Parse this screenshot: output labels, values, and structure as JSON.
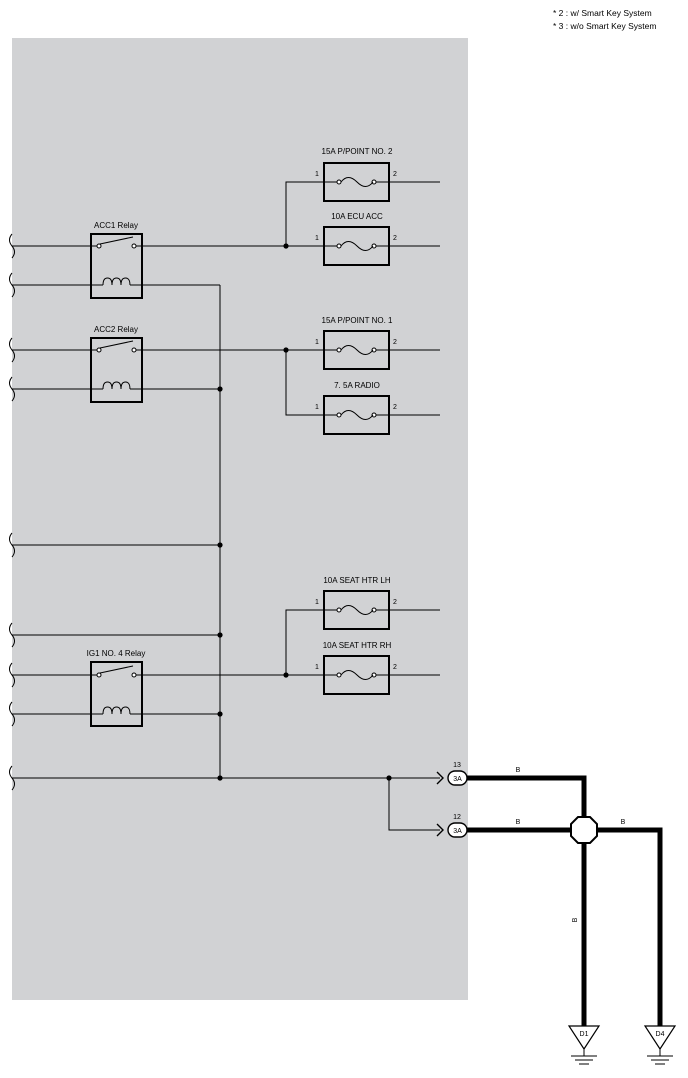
{
  "notes": [
    "* 2 : w/ Smart Key System",
    "* 3 : w/o Smart Key System"
  ],
  "relays": {
    "acc1": "ACC1 Relay",
    "acc2": "ACC2 Relay",
    "ig1no4": "IG1 NO. 4 Relay"
  },
  "fuses": [
    {
      "label": "15A P/POINT NO. 2",
      "pin_in": "1",
      "pin_out": "2"
    },
    {
      "label": "10A ECU ACC",
      "pin_in": "1",
      "pin_out": "2"
    },
    {
      "label": "15A P/POINT NO. 1",
      "pin_in": "1",
      "pin_out": "2"
    },
    {
      "label": "7. 5A RADIO",
      "pin_in": "1",
      "pin_out": "2"
    },
    {
      "label": "10A SEAT HTR LH",
      "pin_in": "1",
      "pin_out": "2"
    },
    {
      "label": "10A SEAT HTR RH",
      "pin_in": "1",
      "pin_out": "2"
    }
  ],
  "connectors": [
    {
      "pin": "13",
      "id": "3A"
    },
    {
      "pin": "12",
      "id": "3A"
    }
  ],
  "wires": {
    "top": "B",
    "bottom": "B",
    "right": "B",
    "vertical": "B"
  },
  "grounds": [
    "D1",
    "D4"
  ],
  "colors": {
    "panel": "#d1d2d4",
    "line": "#000000"
  }
}
